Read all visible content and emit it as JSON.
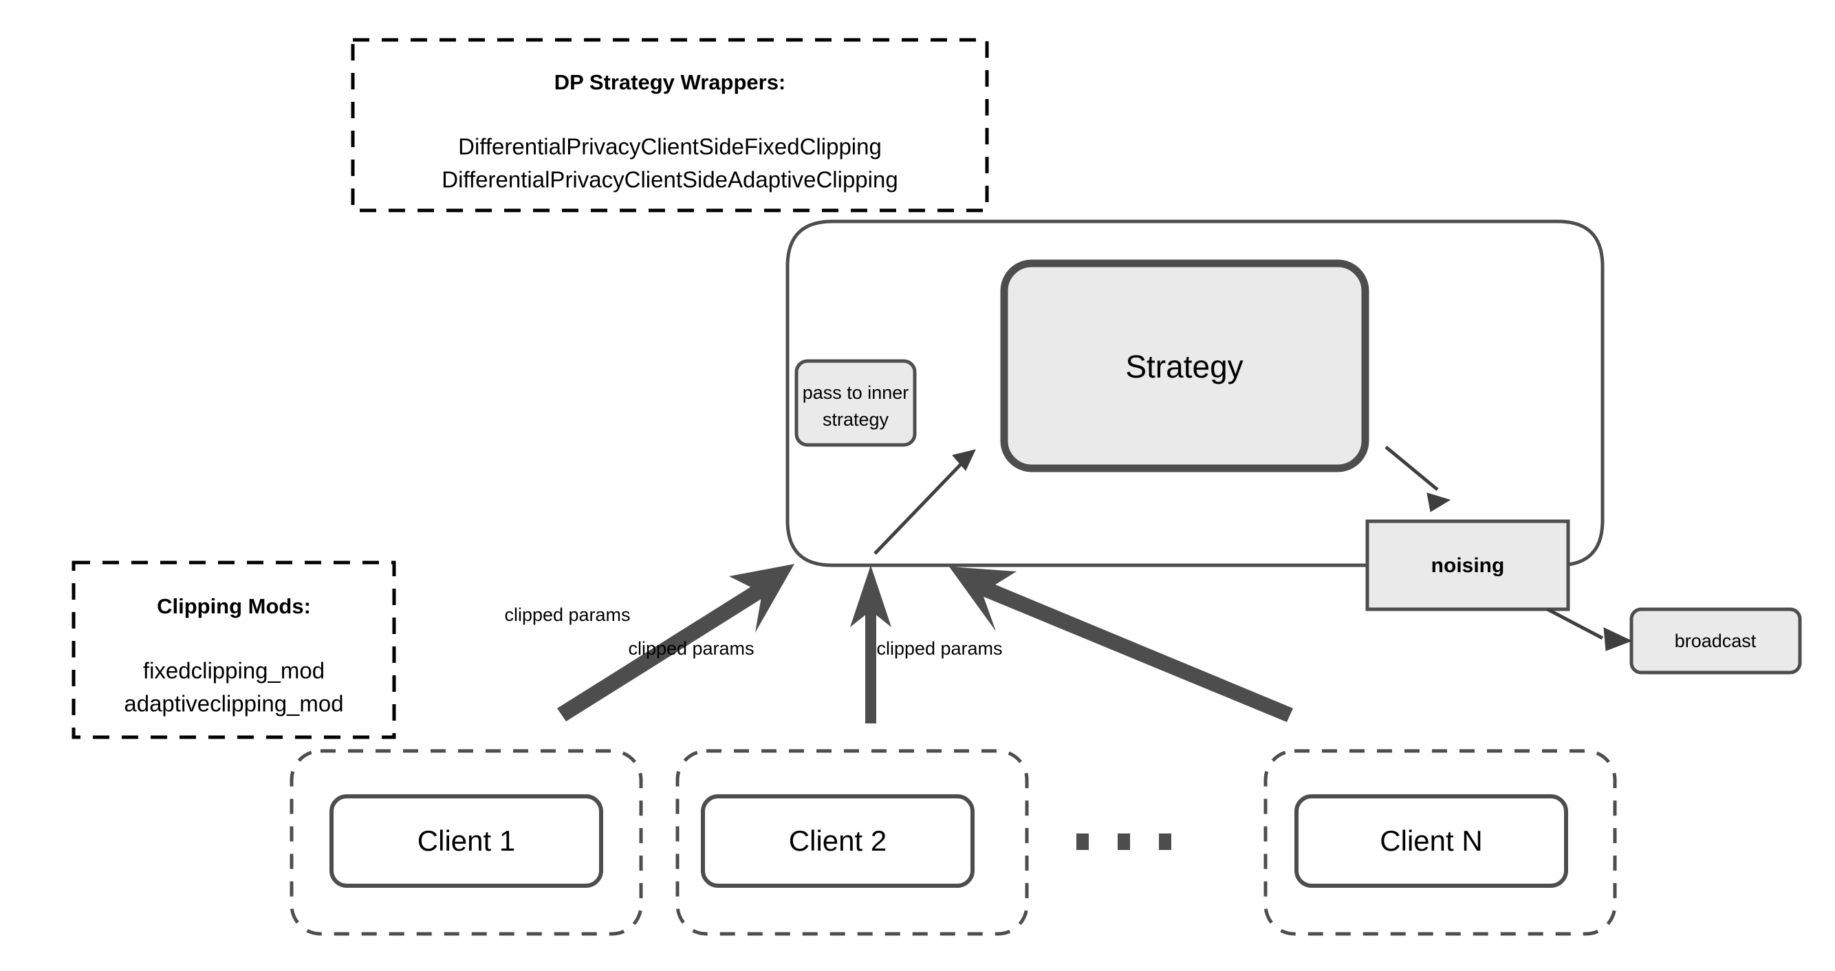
{
  "diagram": {
    "title": "Flower DP strategy wrapper architecture",
    "colors": {
      "node_fill_gray": "#eaeaea",
      "node_fill_white": "#ffffff",
      "stroke_dark": "#4d4d4d",
      "stroke_black": "#000000",
      "arrow_gray": "#4d4d4d",
      "background": "#ffffff"
    }
  },
  "annotations": {
    "dp_wrappers": {
      "heading": "DP Strategy Wrappers:",
      "items": [
        "DifferentialPrivacyClientSideFixedClipping",
        "DifferentialPrivacyClientSideAdaptiveClipping"
      ]
    },
    "clipping_mods": {
      "heading": "Clipping Mods:",
      "items": [
        "fixedclipping_mod",
        "adaptiveclipping_mod"
      ]
    }
  },
  "server": {
    "strategy_label": "Strategy",
    "pass_to_inner_label_line1": "pass to inner",
    "pass_to_inner_label_line2": "strategy",
    "noising_label": "noising",
    "broadcast_label": "broadcast"
  },
  "clients": [
    {
      "label": "Client 1"
    },
    {
      "label": "Client 2"
    },
    {
      "label": "Client N"
    }
  ],
  "ellipsis": "...",
  "edges": [
    {
      "label": "clipped params",
      "from": "Client 1",
      "to": "server"
    },
    {
      "label": "clipped params",
      "from": "Client 2",
      "to": "server"
    },
    {
      "label": "clipped params",
      "from": "Client N",
      "to": "server"
    }
  ]
}
